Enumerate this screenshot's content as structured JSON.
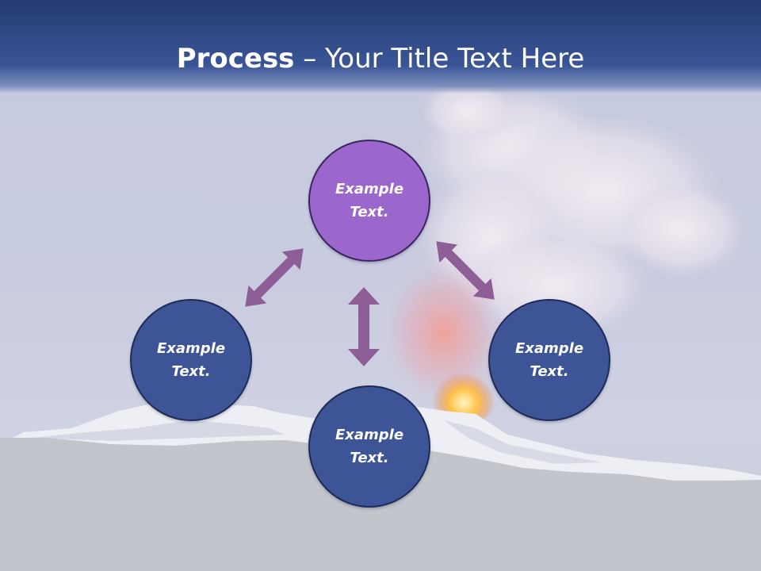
{
  "title": {
    "bold": "Process",
    "rest": " – Your Title Text Here"
  },
  "colors": {
    "header": "#3a5597",
    "node_blue": "#3d5597",
    "node_purple": "#9b67cc",
    "arrow": "#8e5e96"
  },
  "nodes": [
    {
      "id": "top",
      "label": "Example\nText.",
      "color": "purple"
    },
    {
      "id": "left",
      "label": "Example\nText.",
      "color": "blue"
    },
    {
      "id": "right",
      "label": "Example\nText.",
      "color": "blue"
    },
    {
      "id": "bottom",
      "label": "Example\nText.",
      "color": "blue"
    }
  ],
  "arrows": [
    {
      "name": "arrow-top-left",
      "from": "top",
      "to": "left"
    },
    {
      "name": "arrow-top-right",
      "from": "top",
      "to": "right"
    },
    {
      "name": "arrow-top-bottom",
      "from": "top",
      "to": "bottom"
    }
  ]
}
